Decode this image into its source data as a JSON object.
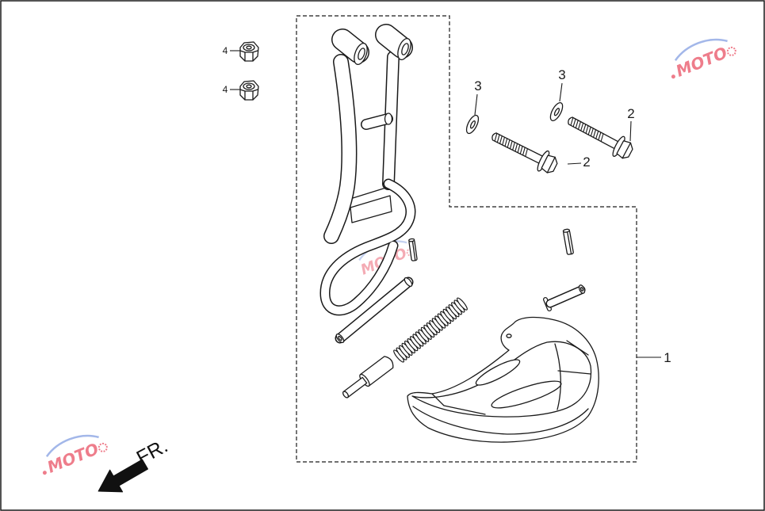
{
  "callouts": {
    "nut_top": "4",
    "nut_bottom": "4",
    "washer_left": "3",
    "washer_right": "3",
    "bolt_lower": "2",
    "bolt_upper": "2",
    "step_assembly": "1"
  },
  "direction": {
    "label": "FR."
  },
  "watermark": {
    "text": "MOTO"
  },
  "colors": {
    "line": "#1a1a1a",
    "watermark_red": "#e8475b",
    "watermark_blue": "#7d9ae0"
  }
}
